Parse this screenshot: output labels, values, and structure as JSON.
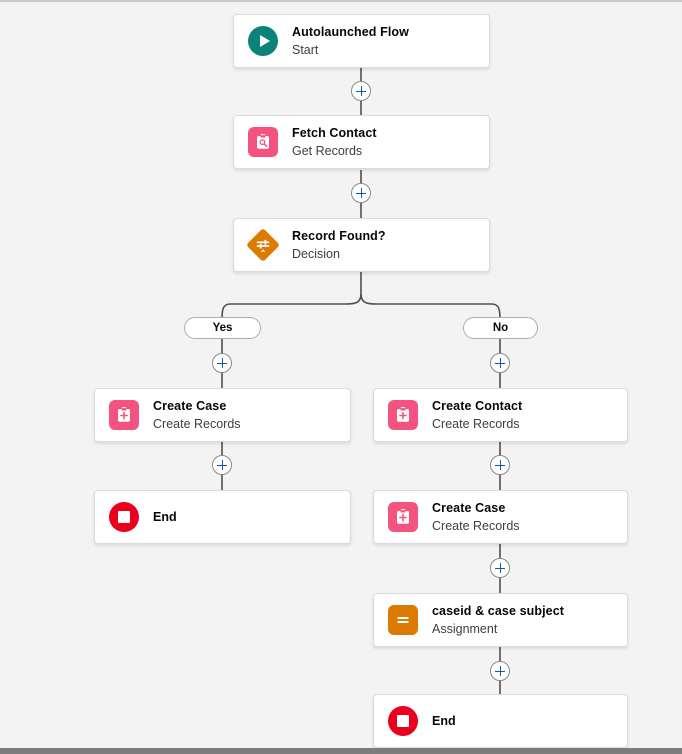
{
  "canvas": {
    "background_color": "#f3f3f3",
    "bottom_bar_color": "#7c7c7c"
  },
  "colors": {
    "start_teal": "#0b827c",
    "record_pink": "#f5537f",
    "decision_orange": "#dd7a01",
    "assignment_orange": "#dd7a01",
    "end_red": "#ea001e",
    "plus_blue": "#0b5cab"
  },
  "flow": {
    "nodes": [
      {
        "id": "start",
        "title": "Autolaunched Flow",
        "subtitle": "Start",
        "icon": "play-circle-icon",
        "type": "start"
      },
      {
        "id": "fetch-contact",
        "title": "Fetch Contact",
        "subtitle": "Get Records",
        "icon": "get-records-icon",
        "type": "get-records"
      },
      {
        "id": "record-found",
        "title": "Record Found?",
        "subtitle": "Decision",
        "icon": "decision-diamond-icon",
        "type": "decision"
      },
      {
        "id": "create-case-yes",
        "title": "Create Case",
        "subtitle": "Create Records",
        "icon": "create-records-icon",
        "type": "create-records"
      },
      {
        "id": "end-yes",
        "title": "End",
        "subtitle": "",
        "icon": "end-icon",
        "type": "end"
      },
      {
        "id": "create-contact-no",
        "title": "Create Contact",
        "subtitle": "Create Records",
        "icon": "create-records-icon",
        "type": "create-records"
      },
      {
        "id": "create-case-no",
        "title": "Create Case",
        "subtitle": "Create Records",
        "icon": "create-records-icon",
        "type": "create-records"
      },
      {
        "id": "assignment",
        "title": "caseid & case subject",
        "subtitle": "Assignment",
        "icon": "assignment-icon",
        "type": "assignment"
      },
      {
        "id": "end-no",
        "title": "End",
        "subtitle": "",
        "icon": "end-icon",
        "type": "end"
      }
    ],
    "branches": [
      {
        "id": "yes",
        "label": "Yes"
      },
      {
        "id": "no",
        "label": "No"
      }
    ],
    "add_buttons": [
      {
        "id": "add-after-start",
        "label": "+"
      },
      {
        "id": "add-after-fetch-contact",
        "label": "+"
      },
      {
        "id": "add-yes-before-create-case",
        "label": "+"
      },
      {
        "id": "add-no-before-create-contact",
        "label": "+"
      },
      {
        "id": "add-yes-before-end",
        "label": "+"
      },
      {
        "id": "add-no-before-create-case",
        "label": "+"
      },
      {
        "id": "add-no-before-assignment",
        "label": "+"
      },
      {
        "id": "add-no-before-end",
        "label": "+"
      }
    ]
  }
}
